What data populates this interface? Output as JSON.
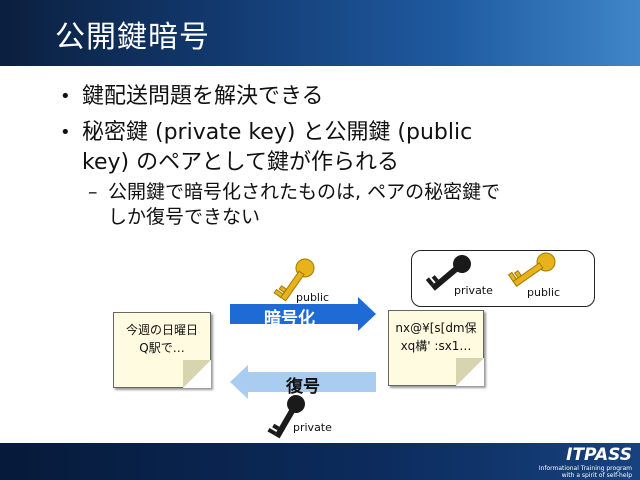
{
  "header": {
    "title": "公開鍵暗号"
  },
  "bullets": [
    {
      "text": "鍵配送問題を解決できる"
    },
    {
      "line1": "秘密鍵 (private key) と公開鍵 (public",
      "line2": "key) のペアとして鍵が作られる"
    }
  ],
  "sub_bullet": {
    "line1": "公開鍵で暗号化されたものは, ペアの秘密鍵で",
    "line2": "しか復号できない"
  },
  "diagram": {
    "plain_note": {
      "line1": "今週の日曜日",
      "line2": "Q駅で…"
    },
    "cipher_note": {
      "line1": "nx@¥[s[dm保",
      "line2": "xq構' :sx1…"
    },
    "encrypt_label": "暗号化",
    "decrypt_label": "復号",
    "top_key_label": "public",
    "bottom_key_label": "private",
    "box_private_label": "private",
    "box_public_label": "public",
    "colors": {
      "encrypt_arrow": "#1e6bd6",
      "decrypt_arrow": "#a9cdf0",
      "public_key": "#e8b31a",
      "private_key": "#1a1a1a"
    }
  },
  "footer": {
    "logo": "ITPASS",
    "tagline1": "Informational Training program",
    "tagline2": "with a spirit of self-help"
  }
}
